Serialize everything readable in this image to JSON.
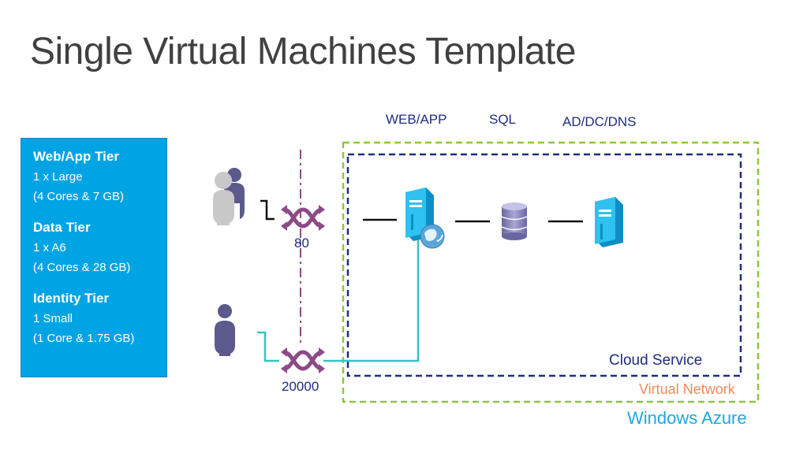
{
  "title": "Single Virtual Machines Template",
  "tiers": [
    {
      "name": "Web/App Tier",
      "lines": [
        "1 x Large",
        "(4 Cores & 7 GB)"
      ]
    },
    {
      "name": "Data Tier",
      "lines": [
        "1 x A6",
        "(4 Cores & 28 GB)"
      ]
    },
    {
      "name": "Identity Tier",
      "lines": [
        "1 Small",
        "(1 Core & 1.75 GB)"
      ]
    }
  ],
  "column_labels": {
    "web_app": "WEB/APP",
    "sql": "SQL",
    "ad": "AD/DC/DNS"
  },
  "ports": {
    "top": "80",
    "bottom": "20000"
  },
  "containers": {
    "cloud_service": "Cloud Service",
    "virtual_network": "Virtual Network",
    "azure": "Windows Azure"
  },
  "icons": {
    "users_group": "users-group-icon",
    "user": "user-icon",
    "router": "router-icon",
    "web_server": "web-server-icon",
    "database": "database-icon",
    "server": "server-icon"
  },
  "colors": {
    "tier_box": "#00a4e4",
    "cloud_border": "#1f2c80",
    "vnet_border": "#8dc63f",
    "vnet_text": "#f08a5d",
    "azure_text": "#1ca8e0",
    "router": "#8c4b86",
    "teal_link": "#2fc6c6",
    "person": "#5c5a8c"
  }
}
